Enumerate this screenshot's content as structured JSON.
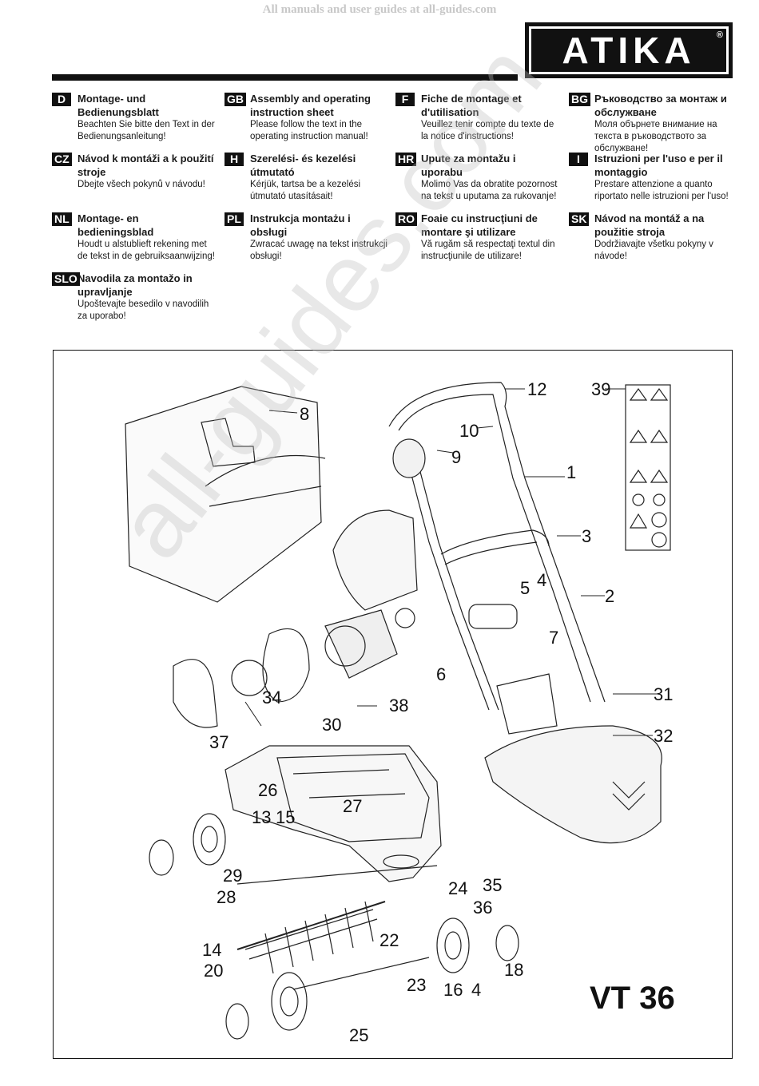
{
  "watermark_top": "All manuals and user guides at all-guides.com",
  "watermark_diagonal": "all-guides.com",
  "brand": {
    "logo": "ATIKA",
    "registered": "®"
  },
  "languages": [
    {
      "code": "D",
      "title": "Montage- und Bedienungsblatt",
      "text": "Beachten Sie bitte den Text in der Bedienungsanleitung!"
    },
    {
      "code": "GB",
      "title": "Assembly and operating instruction sheet",
      "text": "Please follow the text in the operating instruction manual!"
    },
    {
      "code": "F",
      "title": "Fiche de montage et d'utilisation",
      "text": "Veuillez tenir compte du texte de la notice d'instructions!"
    },
    {
      "code": "BG",
      "title": "Ръководство за монтаж и обслужване",
      "text": "Моля обърнете внимание на текста в ръководството за обслужване!"
    },
    {
      "code": "CZ",
      "title": "Návod k montáži a k použití stroje",
      "text": "Dbejte všech pokynů v návodu!"
    },
    {
      "code": "H",
      "title": "Szerelési- és kezelési útmutató",
      "text": "Kérjük, tartsa be a kezelési útmutató utasításait!"
    },
    {
      "code": "HR",
      "title": "Upute za montažu i uporabu",
      "text": "Molimo Vas da obratite pozornost na tekst u uputama za rukovanje!"
    },
    {
      "code": "I",
      "title": "Istruzioni per l'uso e per il montaggio",
      "text": "Prestare attenzione a quanto riportato nelle istruzioni per l'uso!"
    },
    {
      "code": "NL",
      "title": "Montage- en bedieningsblad",
      "text": "Houdt u alstublieft rekening met de tekst in de gebruiksaanwijzing!"
    },
    {
      "code": "PL",
      "title": "Instrukcja montażu i obsługi",
      "text": "Zwracać uwagę na tekst instrukcji obsługi!"
    },
    {
      "code": "RO",
      "title": "Foaie cu instrucţiuni de montare şi utilizare",
      "text": "Vă rugăm să respectaţi textul din instrucţiunile de utilizare!"
    },
    {
      "code": "SK",
      "title": "Návod na montáž a na použitie stroja",
      "text": "Dodržiavajte všetku pokyny v návode!"
    },
    {
      "code": "SLO",
      "title": "Navodila za montažo in upravljanje",
      "text": "Upoštevajte besedilo v navodilih za uporabo!"
    }
  ],
  "diagram": {
    "model": "VT 36",
    "callouts": [
      "1",
      "2",
      "3",
      "4",
      "4",
      "5",
      "6",
      "7",
      "8",
      "9",
      "10",
      "12",
      "13",
      "14",
      "15",
      "16",
      "18",
      "20",
      "22",
      "23",
      "24",
      "25",
      "26",
      "27",
      "28",
      "29",
      "30",
      "31",
      "32",
      "34",
      "35",
      "36",
      "37",
      "38",
      "39"
    ]
  }
}
